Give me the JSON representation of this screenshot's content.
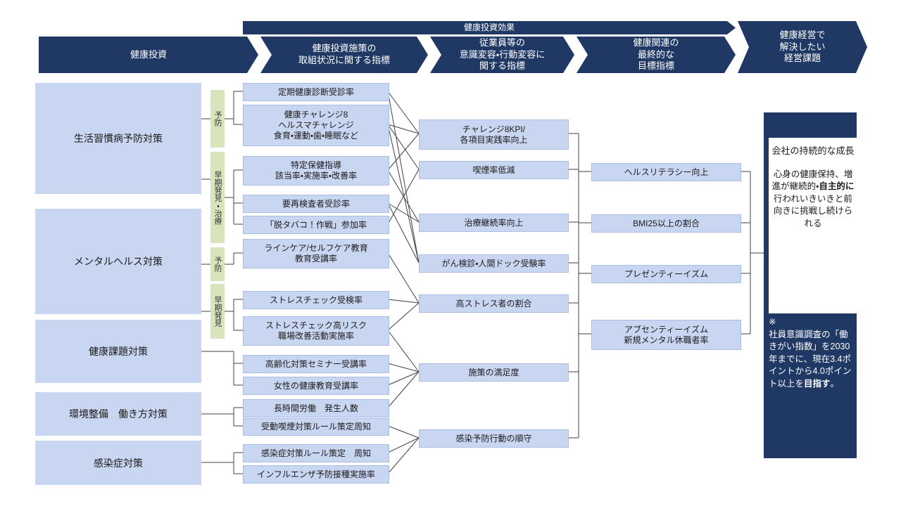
{
  "header": {
    "effect_banner": "健康投資効果",
    "col_investment": "健康投資",
    "col_initiatives": "健康投資施策の\n取組状況に関する指標",
    "col_behavior": "従業員等の\n意識変容・行動変容に\n関する指標",
    "col_targets": "健康関連の\n最終的な\n目標指標",
    "col_management": "健康経営で\n解決したい\n経営課題"
  },
  "categories": [
    "生活習慣病予防対策",
    "メンタルヘルス対策",
    "健康課題対策",
    "環境整備　働き方対策",
    "感染症対策"
  ],
  "tags": [
    "予防",
    "早期発見・治療",
    "予防",
    "早期発見"
  ],
  "initiatives": [
    "定期健康診断受診率",
    "健康チャレンジ8\nヘルスマチャレンジ\n食育・運動・歯・睡眠など",
    "特定保健指導\n該当率・実施率・改善率",
    "要再検査者受診率",
    "「脱タバコ！作戦」参加率",
    "ラインケア/セルフケア教育\n教育受講率",
    "ストレスチェック受検率",
    "ストレスチェック高リスク\n職場改善活動実施率",
    "高齢化対策セミナー受講率",
    "女性の健康教育受講率",
    "長時間労働　発生人数",
    "受動喫煙対策ルール策定周知",
    "感染症対策ルール策定　周知",
    "インフルエンザ予防接種実施率"
  ],
  "behavior_indicators": [
    "チャレンジ8KPI/\n各項目実践率向上",
    "喫煙率低減",
    "治療継続率向上",
    "がん検診・人間ドック受験率",
    "高ストレス者の割合",
    "施策の満足度",
    "感染予防行動の順守"
  ],
  "target_indicators": [
    "ヘルスリテラシー向上",
    "BMI25以上の割合",
    "プレゼンティーイズム",
    "アブセンティーイズム\n新規メンタル休職者率"
  ],
  "goal_panel": {
    "title": "会社の持続的な成長",
    "body_pre": "心身の健康保持、増進が継続的・",
    "body_bold": "自主的に",
    "body_post": "行われいきいきと前向きに挑戦し続けられる",
    "note_pre": "※\n社員意識調査の「働きがい指数」を2030年までに、現在3.4ポイントから4.0ポイント以上を",
    "note_bold": "目指す",
    "note_post": "。"
  },
  "colors": {
    "navy": "#1f3864",
    "box_blue": "#c9d6f1",
    "tag_green": "#d8e4bc",
    "line": "#404040"
  },
  "connectors": [
    [
      286,
      169,
      299,
      169
    ],
    [
      319,
      169,
      332,
      169
    ],
    [
      332,
      130,
      332,
      177
    ],
    [
      332,
      130,
      345,
      130
    ],
    [
      332,
      177,
      345,
      177
    ],
    [
      286,
      255,
      299,
      255
    ],
    [
      319,
      281,
      332,
      281
    ],
    [
      332,
      242,
      332,
      319
    ],
    [
      332,
      242,
      345,
      242
    ],
    [
      332,
      289,
      345,
      289
    ],
    [
      332,
      319,
      345,
      319
    ],
    [
      286,
      376,
      299,
      376
    ],
    [
      319,
      376,
      332,
      376
    ],
    [
      332,
      360,
      332,
      376
    ],
    [
      332,
      360,
      345,
      360
    ],
    [
      286,
      443,
      299,
      443
    ],
    [
      319,
      443,
      332,
      443
    ],
    [
      332,
      426,
      332,
      470
    ],
    [
      332,
      426,
      345,
      426
    ],
    [
      332,
      470,
      345,
      470
    ],
    [
      286,
      500,
      332,
      500
    ],
    [
      332,
      500,
      332,
      548
    ],
    [
      332,
      517,
      345,
      517
    ],
    [
      332,
      548,
      345,
      548
    ],
    [
      286,
      589,
      332,
      589
    ],
    [
      332,
      580,
      332,
      606
    ],
    [
      332,
      580,
      345,
      580
    ],
    [
      332,
      606,
      345,
      606
    ],
    [
      286,
      658,
      332,
      658
    ],
    [
      332,
      644,
      332,
      674
    ],
    [
      332,
      644,
      345,
      644
    ],
    [
      332,
      674,
      345,
      674
    ],
    [
      551,
      130,
      595,
      190
    ],
    [
      551,
      130,
      595,
      374
    ],
    [
      551,
      177,
      595,
      190
    ],
    [
      551,
      177,
      595,
      241
    ],
    [
      551,
      177,
      595,
      374
    ],
    [
      551,
      242,
      595,
      190
    ],
    [
      551,
      242,
      595,
      316
    ],
    [
      551,
      289,
      595,
      316
    ],
    [
      551,
      289,
      595,
      374
    ],
    [
      551,
      319,
      595,
      241
    ],
    [
      551,
      360,
      595,
      431
    ],
    [
      551,
      426,
      595,
      431
    ],
    [
      551,
      470,
      595,
      431
    ],
    [
      551,
      470,
      595,
      529
    ],
    [
      551,
      517,
      595,
      529
    ],
    [
      551,
      548,
      595,
      529
    ],
    [
      551,
      580,
      595,
      529
    ],
    [
      551,
      606,
      595,
      623
    ],
    [
      551,
      644,
      595,
      623
    ],
    [
      551,
      674,
      595,
      623
    ],
    [
      806,
      190,
      822,
      190
    ],
    [
      806,
      241,
      822,
      241
    ],
    [
      806,
      316,
      822,
      316
    ],
    [
      806,
      374,
      822,
      374
    ],
    [
      806,
      431,
      822,
      431
    ],
    [
      806,
      529,
      822,
      529
    ],
    [
      806,
      623,
      822,
      623
    ],
    [
      822,
      190,
      822,
      623
    ],
    [
      822,
      244,
      840,
      244
    ],
    [
      822,
      317,
      840,
      317
    ],
    [
      822,
      389,
      840,
      389
    ],
    [
      822,
      475,
      840,
      475
    ],
    [
      1051,
      244,
      1066,
      244
    ],
    [
      1051,
      317,
      1066,
      317
    ],
    [
      1051,
      389,
      1066,
      389
    ],
    [
      1051,
      475,
      1066,
      475
    ],
    [
      1066,
      244,
      1066,
      475
    ],
    [
      1066,
      360,
      1085,
      360
    ]
  ]
}
